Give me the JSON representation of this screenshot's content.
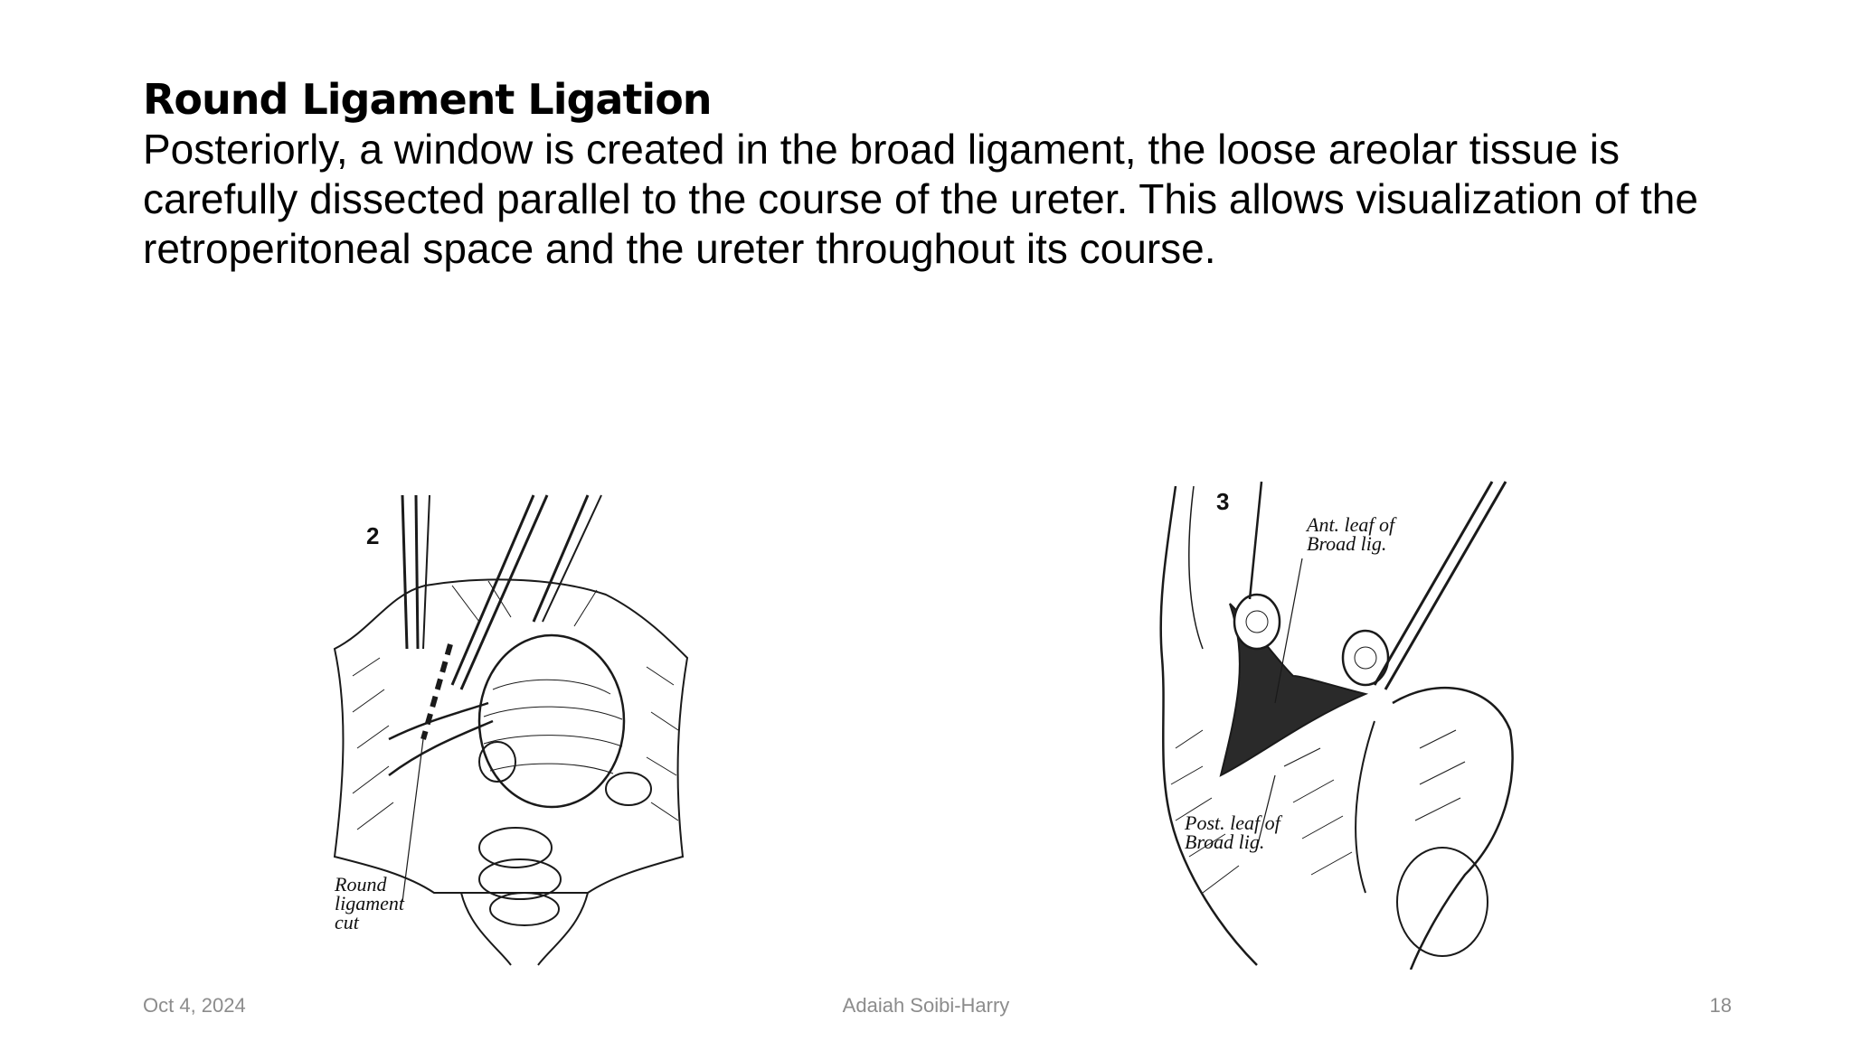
{
  "slide": {
    "title": "Round Ligament Ligation",
    "body": "Posteriorly, a window is created in the broad ligament, the loose areolar tissue is carefully dissected parallel to the course of the ureter. This allows visualization of the retroperitoneal space and the ureter throughout its course."
  },
  "figures": {
    "left": {
      "number": "2",
      "label": "Round\nligament\ncut"
    },
    "right": {
      "number": "3",
      "label_top": "Ant. leaf of\nBroad lig.",
      "label_bottom": "Post. leaf of\nBroad lig."
    }
  },
  "footer": {
    "date": "Oct 4, 2024",
    "author": "Adaiah Soibi-Harry",
    "page": "18"
  }
}
